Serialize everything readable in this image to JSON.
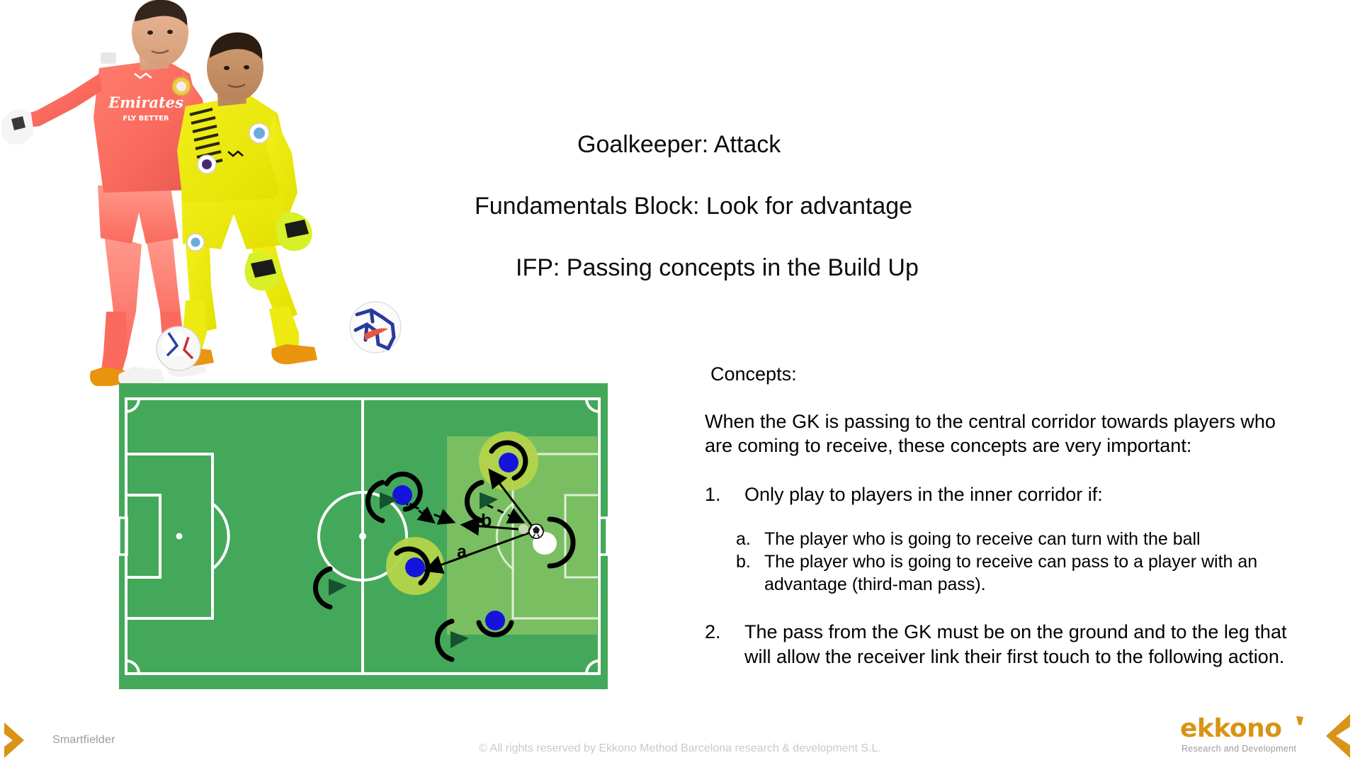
{
  "slide": {
    "titles": [
      "Goalkeeper: Attack",
      "Fundamentals Block: Look for advantage",
      "IFP: Passing concepts in the Build Up"
    ]
  },
  "concepts": {
    "label": "Concepts:",
    "intro": "When the GK is passing to the central corridor towards players who are coming to receive, these concepts are very important:",
    "items": [
      {
        "marker": "1.",
        "text": "Only play to players in the inner corridor if:",
        "sub": [
          {
            "marker": "a.",
            "text": "The player who is going to receive can turn with the ball"
          },
          {
            "marker": "b.",
            "text": "The player who is going to receive can pass to a player with an advantage (third-man pass)."
          }
        ]
      },
      {
        "marker": "2.",
        "text": "The pass from the GK must be on the ground and to the leg that will allow the receiver link their first touch to the following action.",
        "sub": []
      }
    ]
  },
  "diagram": {
    "labels": {
      "a": "a",
      "b": "b"
    },
    "colors": {
      "pitch_green": "#44a85a",
      "corridor_highlight": "#8cc152",
      "player_marker": "#1414dc",
      "highlight_halo": "#b4d44a",
      "line_white": "#ffffff",
      "arrow_black": "#000000"
    }
  },
  "footer": {
    "smartfielder_label": "Smartfielder",
    "copyright": "© All rights reserved by Ekkono Method Barcelona research & development S.L.",
    "brand_name": "ekkono",
    "brand_tagline": "Research and Development",
    "brand_color": "#d99316"
  }
}
